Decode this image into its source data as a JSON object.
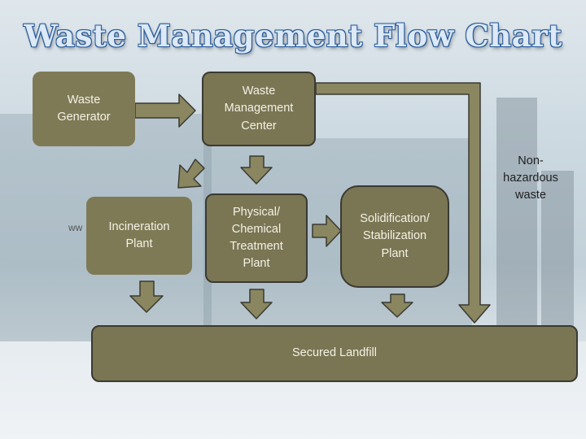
{
  "title": "Waste Management Flow Chart",
  "nodes": {
    "generator": "Waste\nGenerator",
    "center": "Waste\nManagement\nCenter",
    "incineration": "Incineration\nPlant",
    "physical": "Physical/\nChemical\nTreatment\nPlant",
    "solidification": "Solidification/\nStabilization\nPlant",
    "landfill": "Secured Landfill"
  },
  "edge_label": "Non-\nhazardous\nwaste",
  "watermark": "ww",
  "colors": {
    "box_fill": "#7a7553",
    "box_border": "#3a3a32",
    "arrow_fill": "#8a8660",
    "title_fill": "#dce9f6",
    "title_outline": "#2a5a9a"
  }
}
